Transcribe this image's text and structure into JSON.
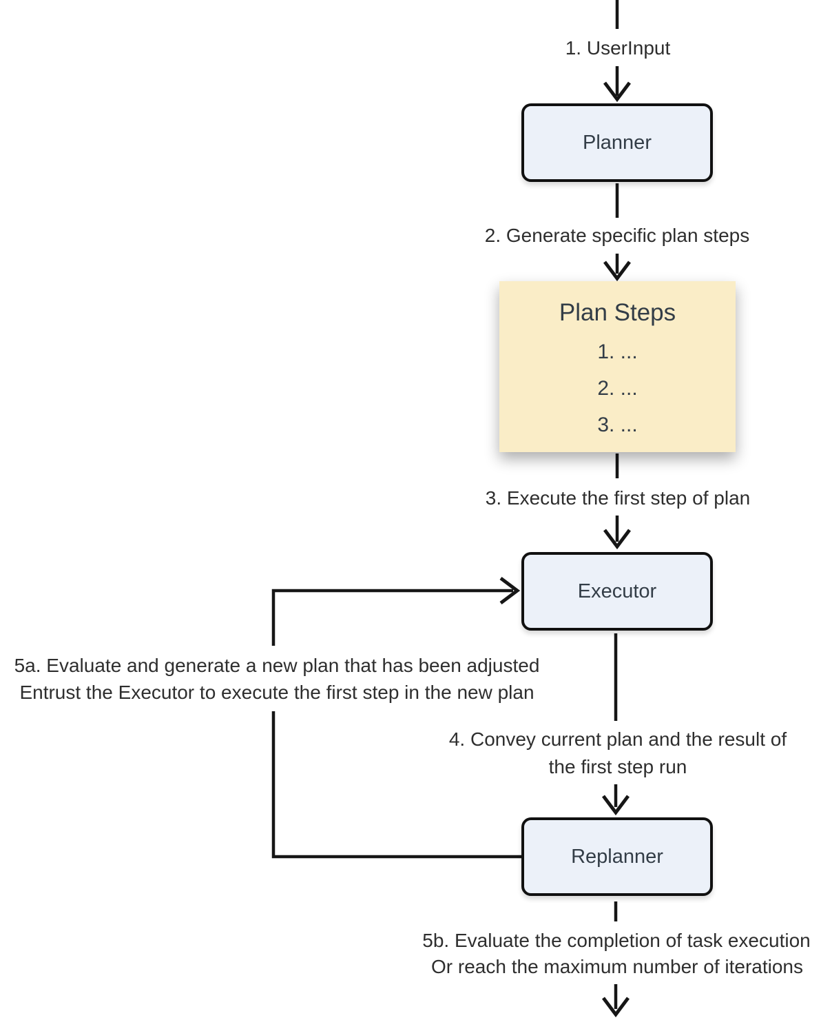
{
  "diagram": {
    "background": "#ffffff",
    "nodes": [
      {
        "id": "planner",
        "label": "Planner"
      },
      {
        "id": "executor",
        "label": "Executor"
      },
      {
        "id": "replanner",
        "label": "Replanner"
      }
    ],
    "note": {
      "title": "Plan Steps",
      "items": [
        "1. ...",
        "2. ...",
        "3. ..."
      ]
    },
    "edge_labels": {
      "step1": "1. UserInput",
      "step2": "2. Generate specific plan steps",
      "step3": "3. Execute the first step of plan",
      "step4": [
        "4. Convey current plan and the result of",
        "the first step run"
      ],
      "step5a": [
        "5a. Evaluate and generate a new plan that has been adjusted",
        "Entrust the Executor to execute the first step in the new plan"
      ],
      "step5b": [
        "5b. Evaluate the completion of task execution",
        "Or reach the maximum number of iterations"
      ]
    },
    "colors": {
      "node_fill": "#ECF1F9",
      "node_border": "#111111",
      "note_fill": "#FAEDC7",
      "node_text": "#333D47",
      "label_text": "#2E2E2E",
      "line": "#161616"
    }
  }
}
